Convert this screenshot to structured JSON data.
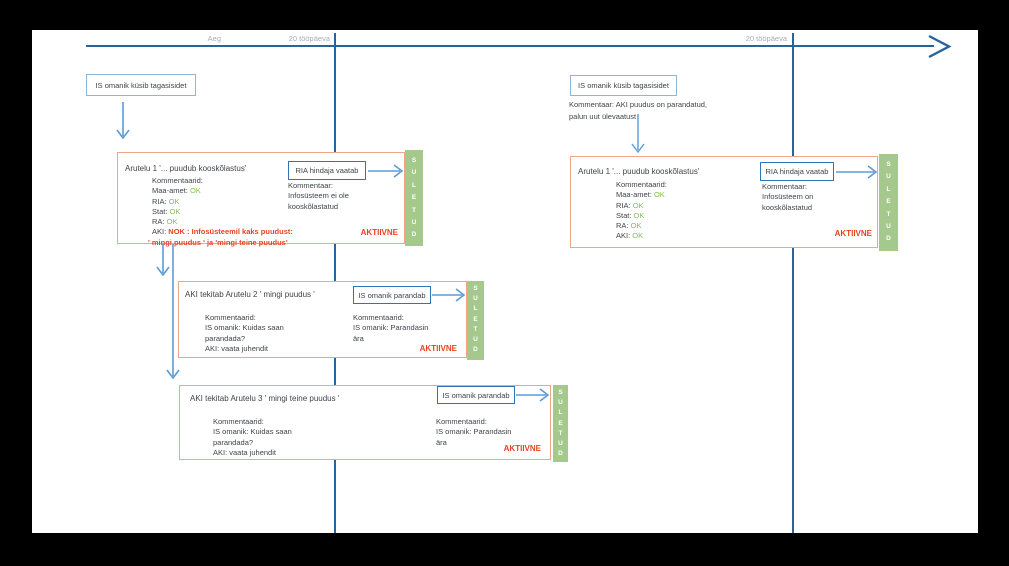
{
  "timeline": {
    "time_label": "Aeg",
    "period1": "20 tööpäeva",
    "period2": "20 tööpäeva"
  },
  "left": {
    "feedback_request": "IS omanik küsib tagasisidet",
    "discussion1": {
      "title": "Arutelu 1 '... puudub kooskõlastus'",
      "comments_heading": "Kommentaarid:",
      "rows": [
        {
          "label": "Maa-amet:",
          "value": "OK"
        },
        {
          "label": "RIA:",
          "value": "OK"
        },
        {
          "label": "Stat:",
          "value": "OK"
        },
        {
          "label": "RA:",
          "value": "OK"
        }
      ],
      "nok_label": "AKI:",
      "nok_text": "NOK : Infosüsteemil kaks puudust:",
      "nok_detail": "' mingi puudus ' ja 'mingi teine puudus'",
      "action": "RIA hindaja vaatab",
      "result_heading": "Kommentaar:",
      "result_line1": "Infosüsteem ei ole",
      "result_line2": "kooskõlastatud",
      "status": "AKTIIVNE",
      "closed": "S\nU\nL\nE\nT\nU\nD"
    },
    "discussion2": {
      "title": "AKI tekitab Arutelu 2 ' mingi puudus '",
      "comments_heading": "Kommentaarid:",
      "comment_lines": [
        "IS omanik: Kuidas saan",
        "parandada?",
        "AKI: vaata juhendit"
      ],
      "action": "IS omanik parandab",
      "result_heading": "Kommentaarid:",
      "result_line1": "IS omanik: Parandasin",
      "result_line2": "ära",
      "status": "AKTIIVNE",
      "closed": "S\nU\nL\nE\nT\nU\nD"
    },
    "discussion3": {
      "title": "AKI tekitab Arutelu 3 ' mingi teine puudus '",
      "comments_heading": "Kommentaarid:",
      "comment_lines": [
        "IS omanik: Kuidas saan",
        "parandada?",
        "AKI: vaata juhendit"
      ],
      "action": "IS omanik parandab",
      "result_heading": "Kommentaarid:",
      "result_line1": "IS omanik: Parandasin",
      "result_line2": "ära",
      "status": "AKTIIVNE",
      "closed": "S\nU\nL\nE\nT\nU\nD"
    }
  },
  "right": {
    "feedback_request": "IS omanik küsib tagasisidet",
    "feedback_comment_line1": "Kommentaar: AKI puudus on parandatud,",
    "feedback_comment_line2": "palun uut ülevaatust",
    "discussion1": {
      "title": "Arutelu 1 '... puudub kooskõlastus'",
      "comments_heading": "Kommentaarid:",
      "rows": [
        {
          "label": "Maa-amet:",
          "value": "OK"
        },
        {
          "label": "RIA:",
          "value": "OK"
        },
        {
          "label": "Stat:",
          "value": "OK"
        },
        {
          "label": "RA:",
          "value": "OK"
        },
        {
          "label": "AKI:",
          "value": "OK"
        }
      ],
      "action": "RIA hindaja vaatab",
      "result_heading": "Kommentaar:",
      "result_line1": "Infosüsteem on",
      "result_line2": "kooskõlastatud",
      "status": "AKTIIVNE",
      "closed": "S\nU\nL\nE\nT\nU\nD"
    }
  },
  "colors": {
    "timeline_blue": "#27639c",
    "arrow_blue": "#5b9bd5",
    "box_border_orange": "#f0a587",
    "closed_green": "#a5c98c",
    "ok_green": "#7fbf5a",
    "alert_red": "#e8421e",
    "muted_label_gray": "#a8adb3"
  }
}
